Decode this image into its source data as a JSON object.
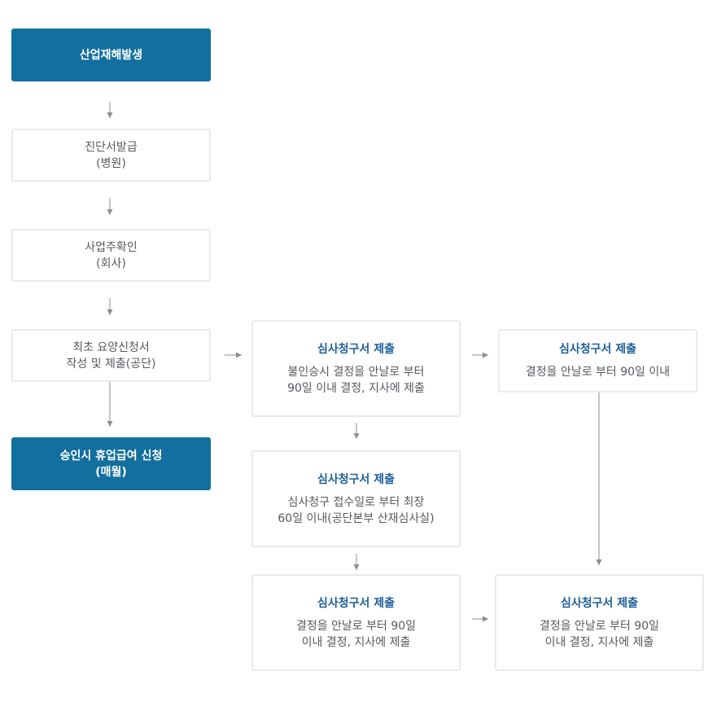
{
  "steps": {
    "occurrence": {
      "line1": "산업재해발생"
    },
    "diagnosis": {
      "line1": "진단서발급",
      "line2": "(병원)"
    },
    "employer": {
      "line1": "사업주확인",
      "line2": "(회사)"
    },
    "application": {
      "line1": "최초 요양신청서",
      "line2": "작성 및 제출(공단)"
    },
    "approval": {
      "line1": "승인시 휴업급여 신청",
      "line2": "(매월)"
    }
  },
  "review": {
    "first": {
      "title": "심사청구서 제출",
      "line1": "불인승시 결정을 안날로 부터",
      "line2": "90일 이내 결정, 지사에 제출"
    },
    "second": {
      "title": "심사청구서 제출",
      "line1": "심사청구 접수일로 부터 최장",
      "line2": "60일 이내(공단본부 산재심사실)"
    },
    "third": {
      "title": "심사청구서 제출",
      "line1": "결정을 안날로 부터 90일",
      "line2": "이내 결정, 지사에 제출"
    },
    "side_top": {
      "title": "심사청구서 제출",
      "line1": "결정을 안날로 부터 90일 이내"
    },
    "side_bottom": {
      "title": "심사청구서 제출",
      "line1": "결정을 안날로 부터 90일",
      "line2": "이내 결정, 지사에 제출"
    }
  },
  "colors": {
    "primary_box": "#136f9e",
    "title_text": "#1d5f99",
    "body_text": "#555a5f",
    "box_border": "#e9eaec",
    "arrow": "#8a8f94"
  }
}
